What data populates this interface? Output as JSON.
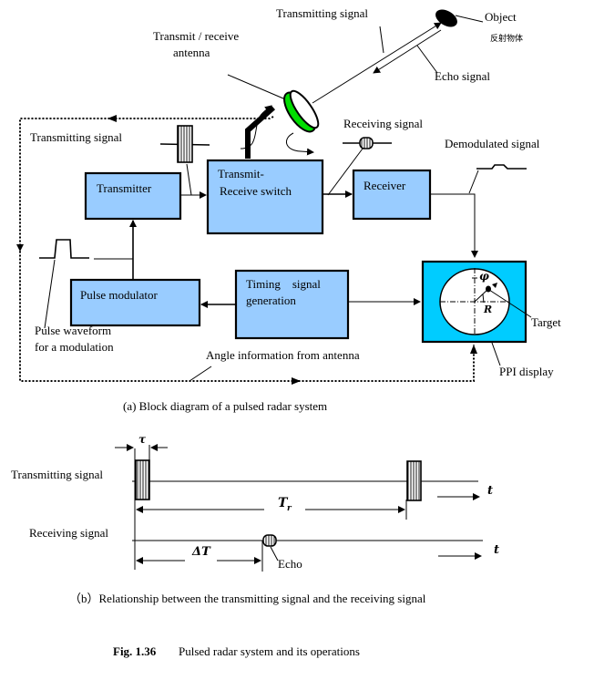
{
  "figure": {
    "caption_a": "(a) Block diagram of a pulsed radar system",
    "caption_b": "（b）Relationship between the transmitting signal and the receiving signal",
    "fig_number": "Fig. 1.36",
    "fig_title": "Pulsed radar system and its operations"
  },
  "colors": {
    "block_fill": "#99ccff",
    "ppi_fill": "#00ccff",
    "antenna_rim": "#00dd00"
  },
  "block_diagram": {
    "blocks": {
      "transmitter": "Transmitter",
      "switch_line1": "Transmit-",
      "switch_line2": "Receive  switch",
      "receiver": "Receiver",
      "pulse_modulator": "Pulse modulator",
      "timing_line1": "Timing    signal",
      "timing_line2": "generation"
    },
    "labels": {
      "antenna_line1": "Transmit / receive",
      "antenna_line2": "antenna",
      "transmitting_signal_top": "Transmitting signal",
      "object": "Object",
      "object_cn": "反射物体",
      "echo_signal": "Echo signal",
      "receiving_signal": "Receiving signal",
      "demodulated_signal": "Demodulated signal",
      "transmitting_signal_left": "Transmitting signal",
      "pulse_waveform_line1": "Pulse waveform",
      "pulse_waveform_line2": "for a modulation",
      "angle_info": "Angle information from antenna",
      "target": "Target",
      "ppi_display": "PPI display",
      "phi": "φ",
      "r": "R"
    }
  },
  "timing_diagram": {
    "transmitting_signal": "Transmitting signal",
    "receiving_signal": "Receiving signal",
    "tau": "τ",
    "period": "T",
    "period_sub": "r",
    "delay": "ΔT",
    "echo": "Echo",
    "time_axis": "t"
  }
}
